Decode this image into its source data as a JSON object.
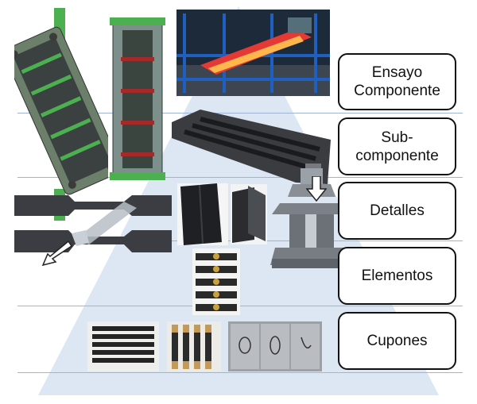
{
  "levels": [
    {
      "id": "component",
      "lines": [
        "Ensayo",
        "Componente"
      ]
    },
    {
      "id": "subcomponent",
      "lines": [
        "Sub-",
        "componente"
      ]
    },
    {
      "id": "details",
      "lines": [
        "Detalles"
      ]
    },
    {
      "id": "elements",
      "lines": [
        "Elementos"
      ]
    },
    {
      "id": "coupons",
      "lines": [
        "Cupones"
      ]
    }
  ],
  "colors": {
    "pyramid": "#dde6f3",
    "divider": "#9db4d6",
    "box_border": "#111111",
    "composite": "#2a2d33",
    "fixture_green": "#4caf50",
    "fixture_steel": "#8a8f96",
    "rig_blue": "#1f5fbf",
    "rig_red": "#e53935"
  },
  "icons": [
    "load-arrow-icon"
  ]
}
